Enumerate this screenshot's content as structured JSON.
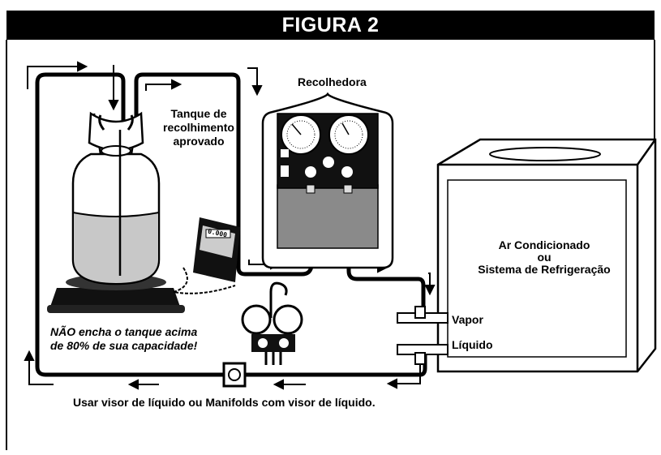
{
  "figure": {
    "title": "FIGURA 2"
  },
  "labels": {
    "recovery_machine": "Recolhedora",
    "tank": [
      "Tanque de",
      "recolhimento",
      "aprovado"
    ],
    "warning": [
      "NÃO encha o tanque acima",
      "de 80% de sua capacidade!"
    ],
    "system": [
      "Ar Condicionado",
      "ou",
      "Sistema de Refrigeração"
    ],
    "vapor": "Vapor",
    "liquid": "Líquido",
    "note": "Usar visor de líquido ou Manifolds com visor de líquido.",
    "scale_display": "0.000"
  },
  "colors": {
    "line": "#000000",
    "tank_liquid": "#c8c8c8",
    "machine_gray": "#8a8a8a",
    "panel_dark": "#111111"
  }
}
